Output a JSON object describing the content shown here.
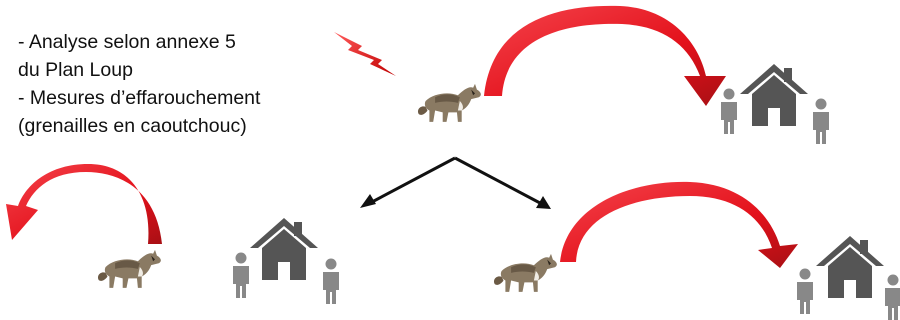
{
  "notes": {
    "line1": "- Analyse selon annexe 5",
    "line2": "du Plan Loup",
    "line3": "- Mesures d’effarouchement",
    "line4": "(grenailles en caoutchouc)"
  },
  "colors": {
    "arrow_red": "#e3111b",
    "arrow_dark_red": "#a80f14",
    "house_gray": "#555555",
    "person_gray": "#888888",
    "branch_black": "#111111"
  },
  "icons": [
    "lightning-bolt-icon",
    "wolf-icon",
    "house-icon",
    "person-icon"
  ]
}
